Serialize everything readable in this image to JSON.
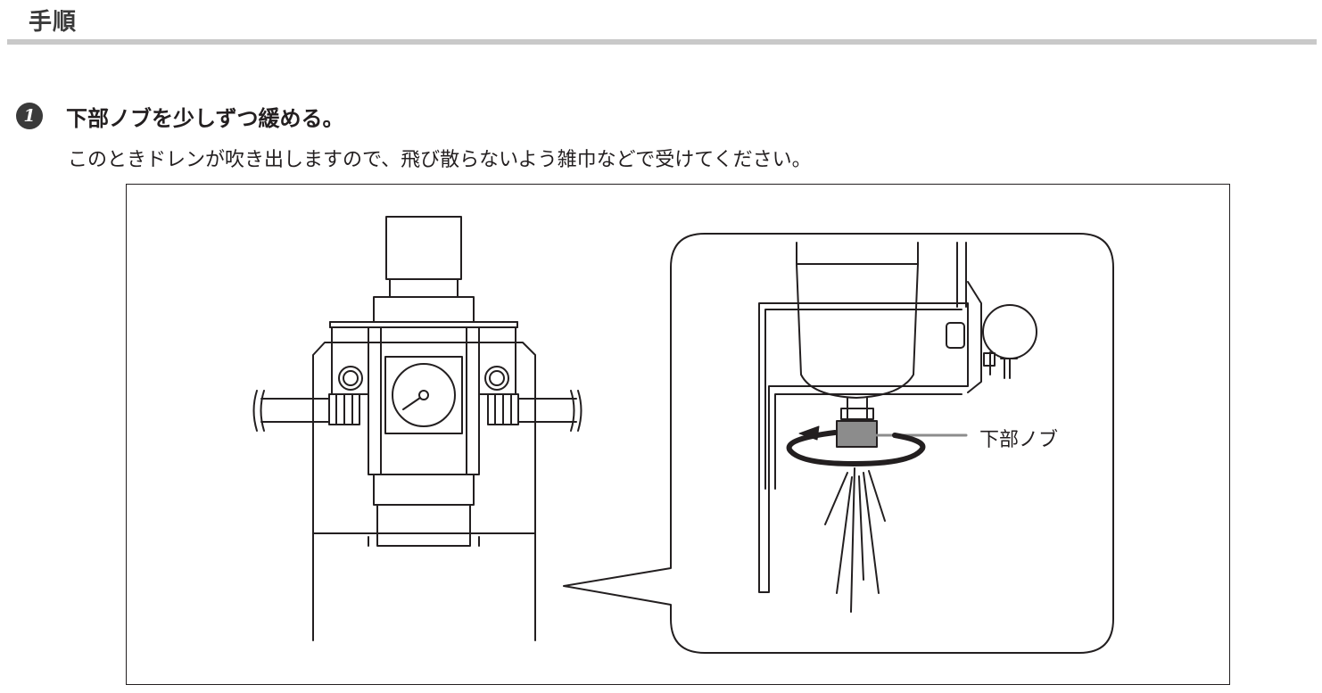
{
  "section": {
    "title": "手順"
  },
  "step": {
    "number": "1",
    "title": "下部ノブを少しずつ緩める。",
    "description": "このときドレンが吹き出しますので、飛び散らないよう雑巾などで受けてください。"
  },
  "figure": {
    "callout_label": "下部ノブ",
    "icons": [
      "regulator-unit-icon",
      "pressure-gauge-icon",
      "lower-knob-icon",
      "rotation-arrow-icon",
      "drain-spray-icon"
    ]
  }
}
